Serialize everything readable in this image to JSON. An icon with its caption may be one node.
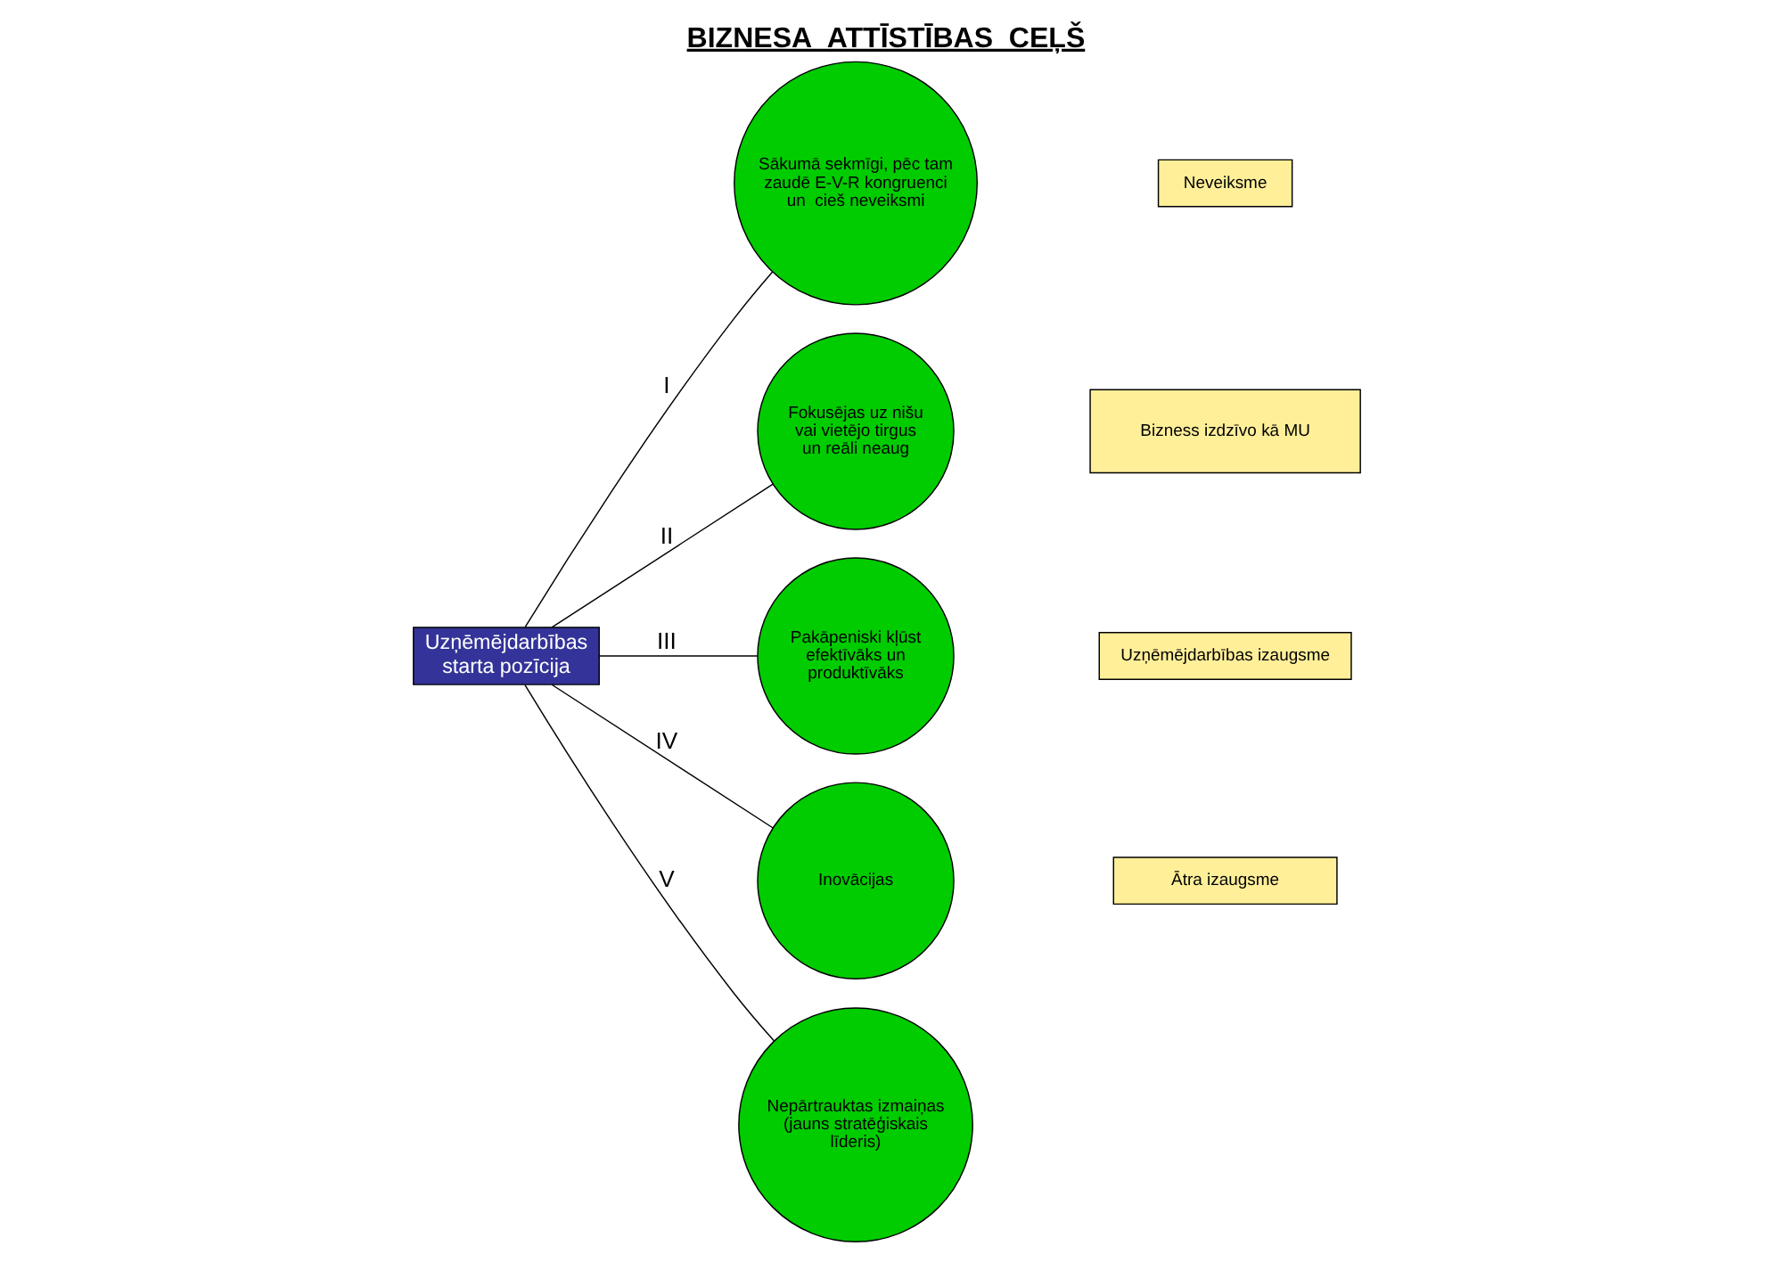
{
  "diagram": {
    "title": "BIZNESA  ATTĪSTĪBAS  CEĻŠ",
    "nodes": [
      {
        "text": [
          "Uzņēmējdarbības starta pozīcija"
        ]
      },
      {
        "text": [
          "Sākumā sekmīgi, pēc tam zaudē E-V-R kongruenci un  cieš neveiksmi"
        ]
      },
      {
        "text": [
          "Fokusējas uz nišu vai vietējo tirgus un reāli neaug"
        ]
      },
      {
        "text": [
          "Pakāpeniski kļūst efektīvāks un produktīvāks"
        ]
      },
      {
        "text": [
          "Inovācijas"
        ]
      },
      {
        "text": [
          "Nepārtrauktas izmaiņas (jauns stratēģiskais līderis)"
        ]
      },
      {
        "text": [
          "Neveiksme"
        ]
      },
      {
        "text": [
          "Bizness izdzīvo kā MU"
        ]
      },
      {
        "text": [
          "Uzņēmējdarbības izaugsme"
        ]
      },
      {
        "text": [
          "Ātra izaugsme"
        ]
      }
    ],
    "edges": [
      {
        "from": 0,
        "to": 1,
        "arrow": "none",
        "label": "I"
      },
      {
        "from": 0,
        "to": 2,
        "arrow": "none",
        "label": "II"
      },
      {
        "from": 0,
        "to": 3,
        "arrow": "none",
        "label": "III"
      },
      {
        "from": 0,
        "to": 4,
        "arrow": "none",
        "label": "IV"
      },
      {
        "from": 0,
        "to": 5,
        "arrow": "none",
        "label": "V"
      }
    ]
  }
}
